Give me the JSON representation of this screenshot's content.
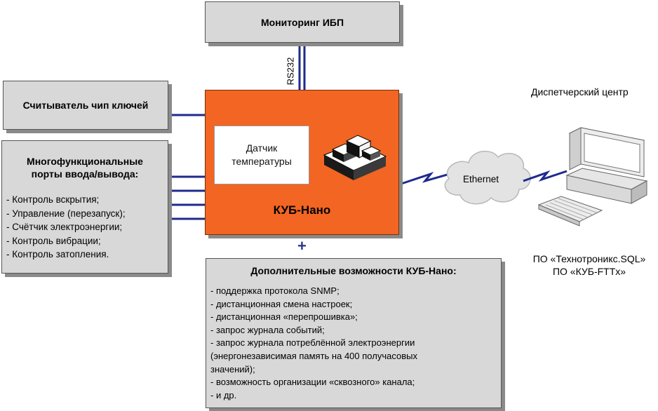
{
  "ups_box": {
    "title": "Мониторинг ИБП"
  },
  "reader_box": {
    "title": "Считыватель чип ключей"
  },
  "ports_box": {
    "title_line1": "Многофункциональные",
    "title_line2": "порты ввода/вывода:",
    "items": [
      "- Контроль вскрытия;",
      "- Управление (перезапуск);",
      "- Счётчик электроэнергии;",
      "- Контроль вибрации;",
      "- Контроль затопления."
    ]
  },
  "kub_box": {
    "title": "КУБ-Нано",
    "sensor_line1": "Датчик",
    "sensor_line2": "температуры"
  },
  "link_label": "RS232",
  "plus": "+",
  "features_box": {
    "title": "Дополнительные возможности КУБ-Нано:",
    "items": [
      "- поддержка протокола SNMP;",
      "- дистанционная смена настроек;",
      "- дистанционная «перепрошивка»;",
      "- запрос журнала событий;",
      "- запрос журнала потреблённой электроэнергии",
      "(энергонезависимая память на 400 получасовых",
      "значений);",
      "- возможность организации «сквозного» канала;",
      "- и др."
    ]
  },
  "network": {
    "cloud_label": "Ethernet"
  },
  "dispatch": {
    "title": "Диспетчерский центр",
    "software_line1": "ПО «Технотроникс.SQL»",
    "software_line2": "ПО «КУБ-FTTx»"
  },
  "colors": {
    "accent": "#f26522",
    "line": "#1f2a8c",
    "box": "#d8d8d8",
    "shadow": "#8a8a8a"
  }
}
